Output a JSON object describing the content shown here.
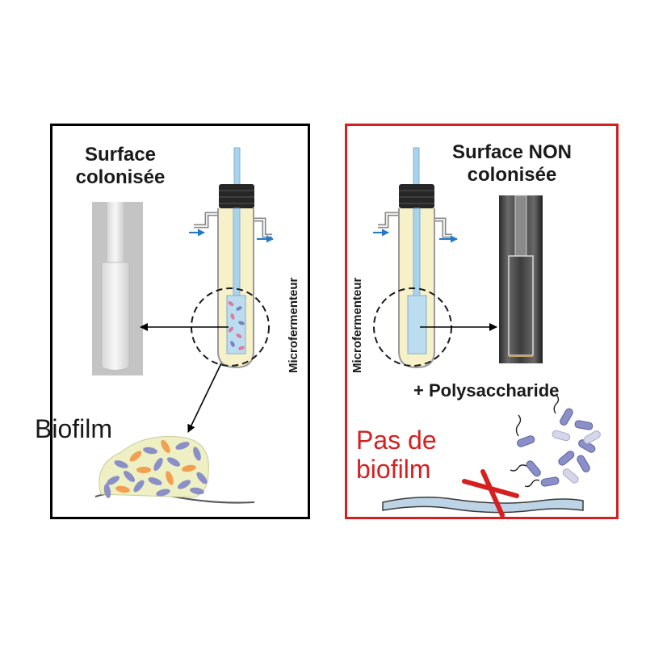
{
  "left_panel": {
    "title_line1": "Surface",
    "title_line2": "colonisée",
    "vertical_label": "Microfermenteur",
    "biofilm_label": "Biofilm"
  },
  "right_panel": {
    "title_line1": "Surface NON",
    "title_line2": "colonisée",
    "vertical_label": "Microfermenteur",
    "additive_label": "+ Polysaccharide",
    "no_biofilm_line1": "Pas de",
    "no_biofilm_line2": "biofilm"
  },
  "colors": {
    "left_border": "#000000",
    "right_border": "#d61f1f",
    "no_biofilm_text": "#d61f1f",
    "flow_arrow": "#1f78c8",
    "cross": "#d61f1f"
  }
}
